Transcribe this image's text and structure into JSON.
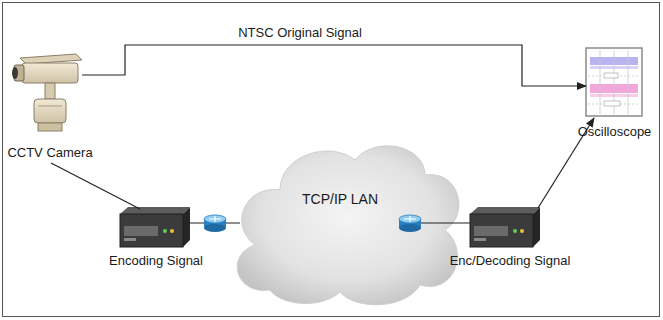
{
  "diagram": {
    "nodes": [
      {
        "text": [
          "CCTV Camera"
        ]
      },
      {
        "text": [
          "Oscilloscope"
        ]
      },
      {
        "text": [
          "TCP/IP LAN"
        ]
      },
      {
        "text": [
          "Encoding Signal"
        ]
      },
      {
        "text": [
          "Enc/Decoding Signal"
        ]
      }
    ],
    "edges": [
      {
        "from": 0,
        "to": 1,
        "arrow": "to",
        "label": "NTSC Original Signal"
      },
      {
        "from": 0,
        "to": 3,
        "arrow": "none"
      },
      {
        "from": 3,
        "to": 2,
        "arrow": "none"
      },
      {
        "from": 2,
        "to": 4,
        "arrow": "none"
      },
      {
        "from": 4,
        "to": 1,
        "arrow": "to"
      }
    ]
  }
}
